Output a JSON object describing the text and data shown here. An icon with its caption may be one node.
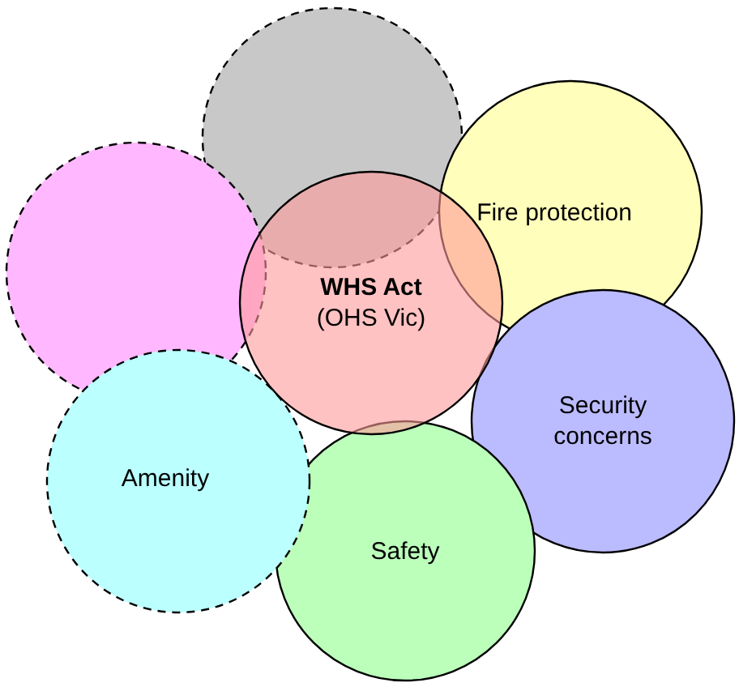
{
  "diagram": {
    "nodes": [
      {
        "text": [],
        "shape": "circle"
      },
      {
        "text": [],
        "shape": "circle"
      },
      {
        "text": [
          "Fire protection"
        ]
      },
      {
        "text": [
          "Security concerns"
        ]
      },
      {
        "text": [
          "Safety"
        ]
      },
      {
        "text": [
          "Amenity"
        ]
      },
      {
        "text": [
          "WHS Act",
          "(OHS Vic)"
        ]
      }
    ]
  }
}
